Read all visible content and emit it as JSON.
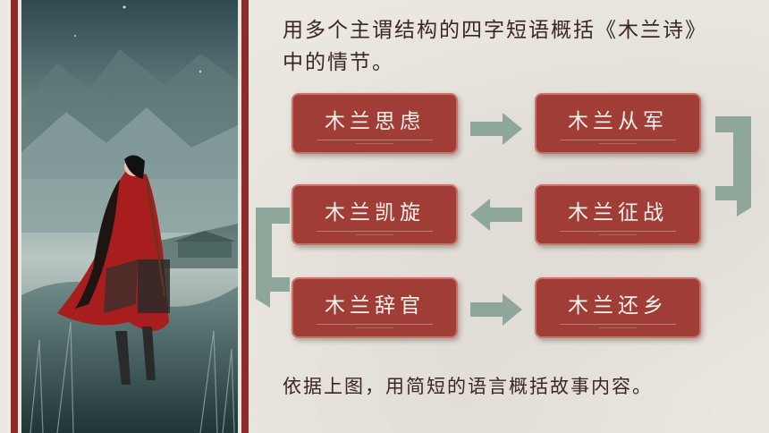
{
  "heading": {
    "line1": "用多个主谓结构的四字短语概括《木兰诗》",
    "line2": "中的情节。"
  },
  "flow": [
    {
      "label": "木兰思虑"
    },
    {
      "label": "木兰从军"
    },
    {
      "label": "木兰征战"
    },
    {
      "label": "木兰凯旋"
    },
    {
      "label": "木兰辞官"
    },
    {
      "label": "木兰还乡"
    }
  ],
  "footer": "依据上图，用简短的语言概括故事内容。",
  "colors": {
    "box": "#a13d37",
    "arrow": "#8fa79a",
    "frame": "#8e2b28"
  }
}
